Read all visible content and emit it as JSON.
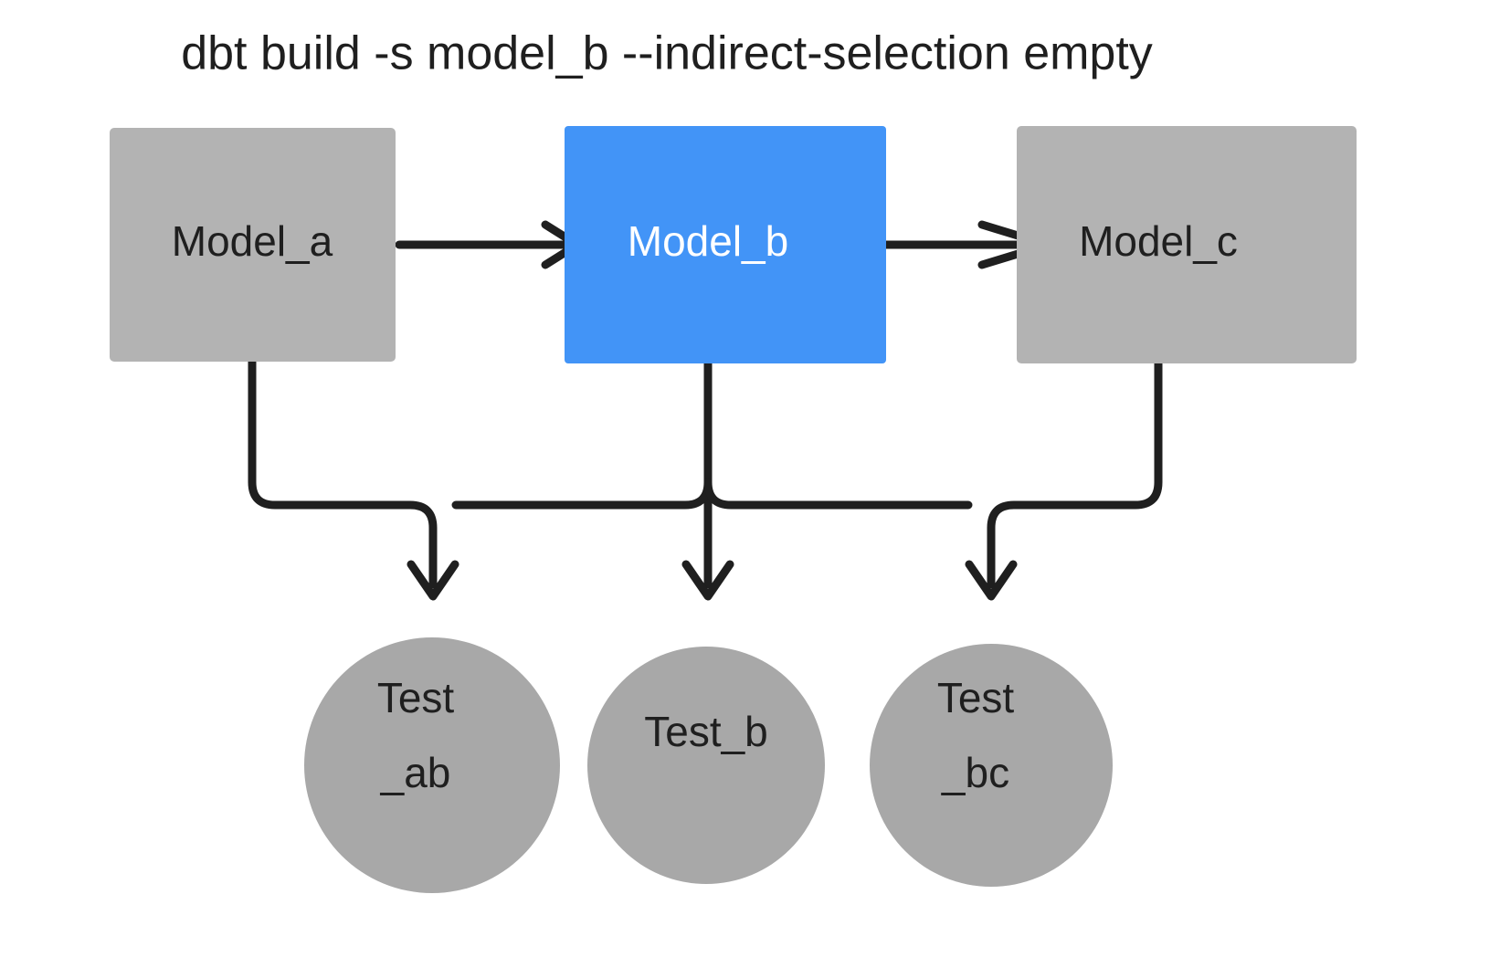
{
  "title": "dbt build -s model_b --indirect-selection empty",
  "colors": {
    "background": "#ffffff",
    "node_gray": "#b3b3b3",
    "node_selected_blue": "#4294f7",
    "edge": "#1f1f1f",
    "text_dark": "#1f1f1f",
    "text_light": "#ffffff"
  },
  "models": [
    {
      "id": "model_a",
      "label": "Model_a",
      "selected": false
    },
    {
      "id": "model_b",
      "label": "Model_b",
      "selected": true
    },
    {
      "id": "model_c",
      "label": "Model_c",
      "selected": false
    }
  ],
  "tests": [
    {
      "id": "test_ab",
      "label_line1": "Test",
      "label_line2": "_ab",
      "selected": false
    },
    {
      "id": "test_b",
      "label_line1": "Test_b",
      "label_line2": "",
      "selected": false
    },
    {
      "id": "test_bc",
      "label_line1": "Test",
      "label_line2": "_bc",
      "selected": false
    }
  ],
  "edges": [
    {
      "from": "model_a",
      "to": "model_b"
    },
    {
      "from": "model_b",
      "to": "model_c"
    },
    {
      "from": "model_a",
      "to": "test_ab"
    },
    {
      "from": "model_b",
      "to": "test_ab"
    },
    {
      "from": "model_b",
      "to": "test_b"
    },
    {
      "from": "model_b",
      "to": "test_bc"
    },
    {
      "from": "model_c",
      "to": "test_bc"
    }
  ]
}
